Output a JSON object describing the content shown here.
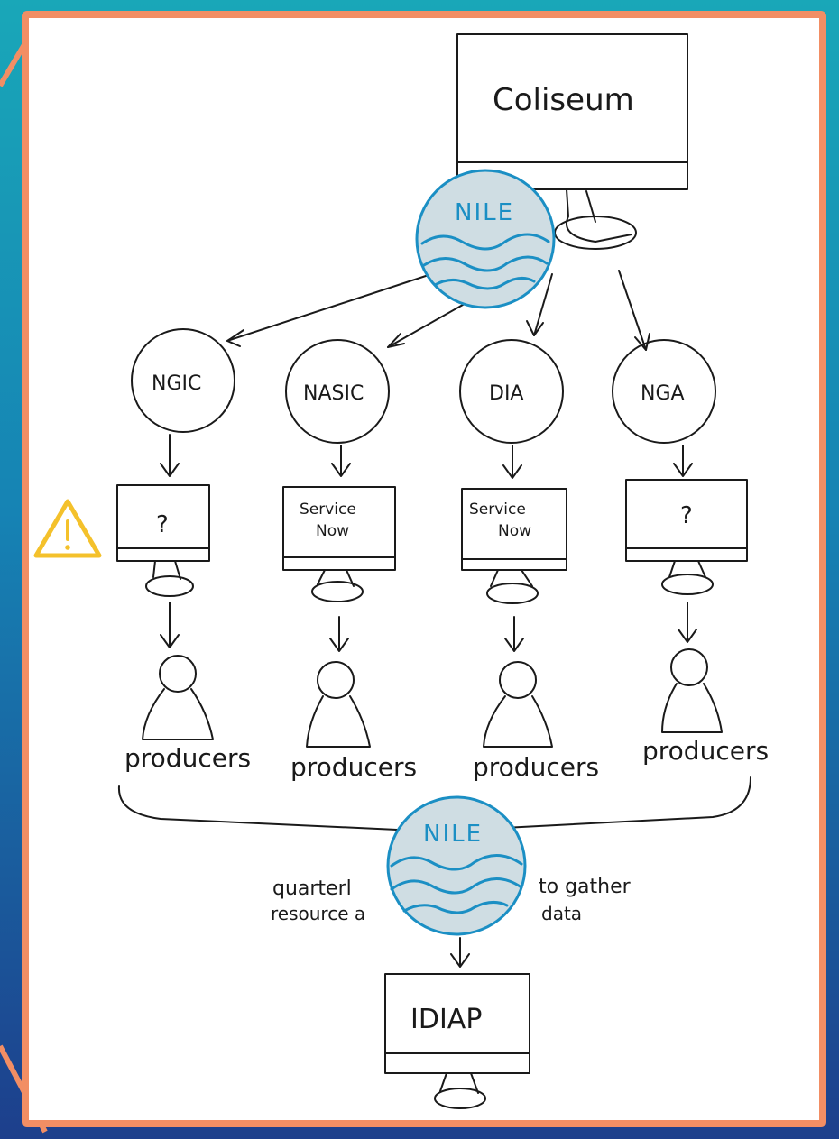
{
  "top_system": {
    "label": "Coliseum"
  },
  "nile_top": {
    "label": "NILE"
  },
  "nile_bottom": {
    "label": "NILE"
  },
  "agencies": [
    {
      "label": "NGIC",
      "system_label": "?",
      "producers_label": "producers",
      "warning": true
    },
    {
      "label": "NASIC",
      "system_label_line1": "Service",
      "system_label_line2": "Now",
      "producers_label": "producers"
    },
    {
      "label": "DIA",
      "system_label_line1": "Service",
      "system_label_line2": "Now",
      "producers_label": "producers"
    },
    {
      "label": "NGA",
      "system_label": "?",
      "producers_label": "producers"
    }
  ],
  "bottom_note": {
    "line1_left": "quarterl",
    "line1_right": "to gather",
    "line2_left": "resource a",
    "line2_right": "data"
  },
  "bottom_system": {
    "label": "IDIAP"
  },
  "colors": {
    "frame": "#f28e64",
    "nile_fill": "#cfdde3",
    "nile_stroke": "#1b8fc4",
    "warning": "#f4c12b"
  },
  "icons": [
    "warning-icon",
    "person-icon",
    "computer-monitor-icon",
    "nile-river-icon",
    "arrow-down-icon"
  ]
}
